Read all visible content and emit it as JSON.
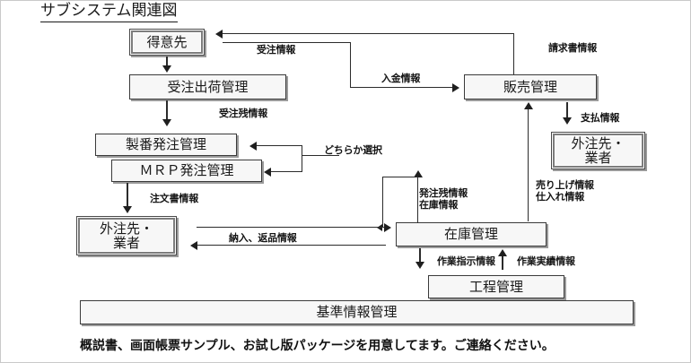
{
  "diagram": {
    "title": "サブシステム関連図",
    "footer_note": "概説書、画面帳票サンプル、お試し版パッケージを用意してます。ご連絡ください。",
    "nodes": {
      "customer": "得意先",
      "order_shipping": "受注出荷管理",
      "seiban_order": "製番発注管理",
      "mrp_order": "ＭＲＰ発注管理",
      "subcontractor_left": "外注先・\n業者",
      "subcontractor_right": "外注先・\n業者",
      "sales_mgmt": "販売管理",
      "inventory_mgmt": "在庫管理",
      "process_mgmt": "工程管理",
      "master_info_mgmt": "基準情報管理"
    },
    "flows": {
      "order_info": "受注情報",
      "invoice_info": "請求書情報",
      "payment_received_info": "入金情報",
      "order_balance_info": "受注残情報",
      "either_selection": "どちらか選択",
      "payment_info": "支払情報",
      "purchase_order_info": "注文書情報",
      "delivery_return_info": "納入、返品情報",
      "po_balance_stock_info": "発注残情報\n在庫情報",
      "sales_purchase_info": "売り上げ情報\n仕入れ情報",
      "work_instruction_info": "作業指示情報",
      "work_result_info": "作業実績情報"
    }
  }
}
